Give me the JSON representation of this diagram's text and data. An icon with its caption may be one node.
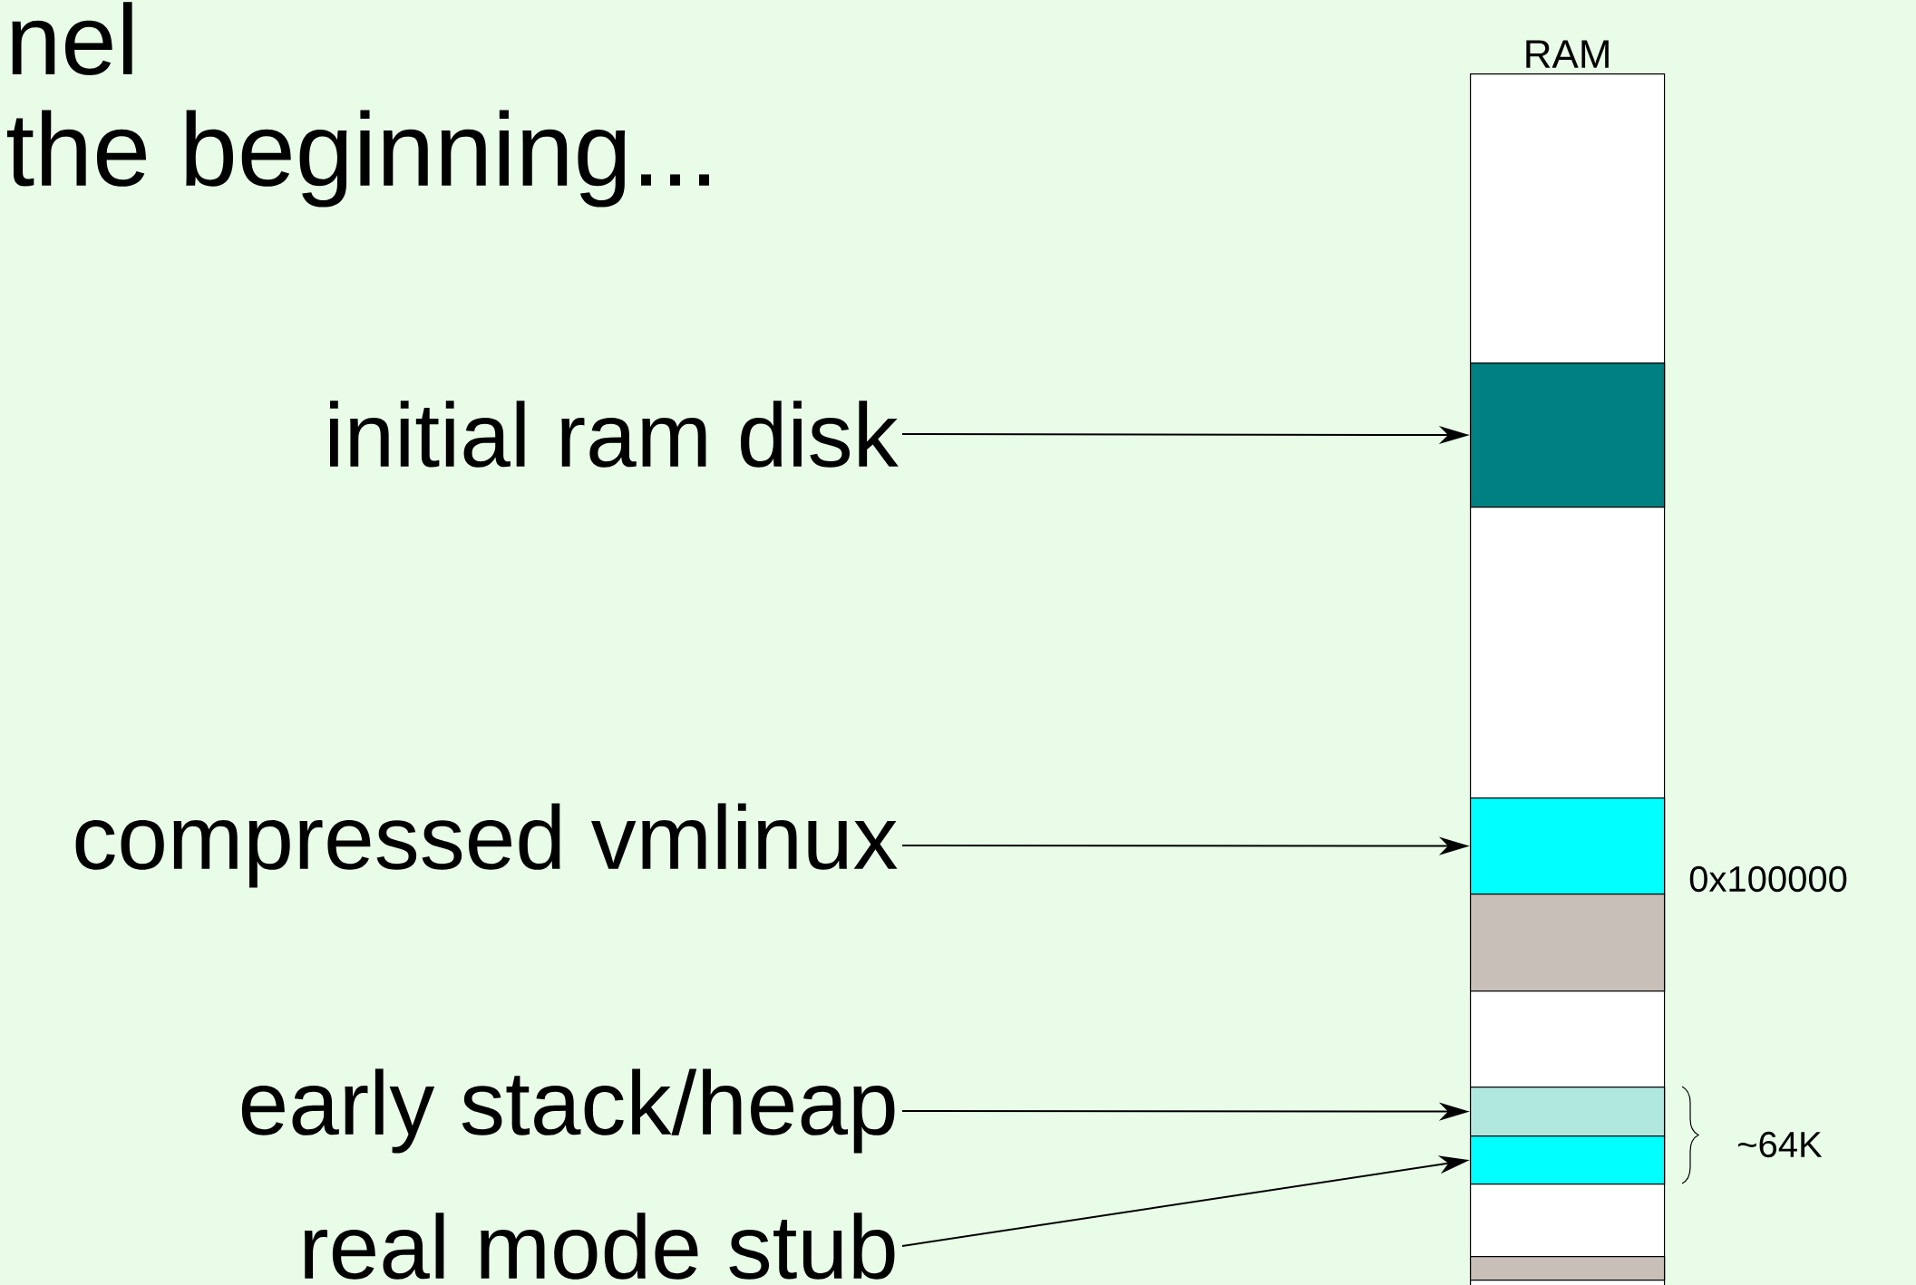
{
  "diagram": {
    "nodes": [
      {
        "text": [
          "RAM"
        ]
      },
      {
        "text": [],
        "shape": "box",
        "in": 0
      },
      {
        "text": [],
        "shape": "box",
        "in": 0
      },
      {
        "text": [],
        "shape": "box",
        "in": 0
      },
      {
        "text": [],
        "shape": "box",
        "in": 0
      },
      {
        "text": [],
        "shape": "box",
        "in": 0
      },
      {
        "text": [],
        "shape": "box",
        "in": 0
      },
      {
        "text": [
          "initial ram disk"
        ]
      },
      {
        "text": [
          "compressed vmlinux"
        ]
      },
      {
        "text": [
          "early stack/heap"
        ]
      },
      {
        "text": [
          "real mode stub"
        ]
      }
    ],
    "edges": [
      {
        "from": 7,
        "to": 1,
        "arrow": "to"
      },
      {
        "from": 8,
        "to": 2,
        "arrow": "to"
      },
      {
        "from": 9,
        "to": 4,
        "arrow": "to"
      },
      {
        "from": 10,
        "to": 5,
        "arrow": "to"
      }
    ],
    "labels": [
      "nel",
      "the beginning...",
      "0x100000",
      "~64K"
    ]
  }
}
